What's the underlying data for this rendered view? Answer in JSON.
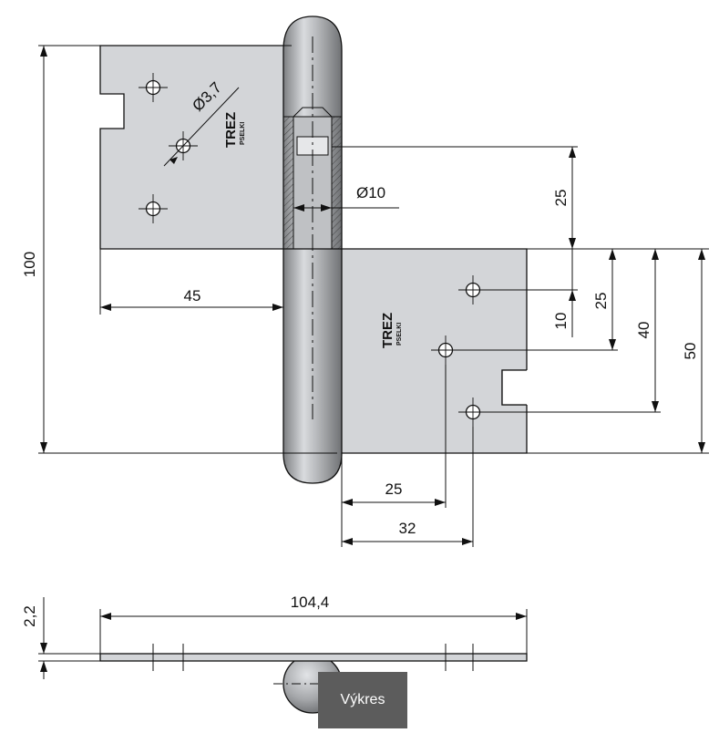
{
  "drawing": {
    "dims": {
      "total_height": "100",
      "leaf_width": "45",
      "hole_diameter": "Ø3,7",
      "pin_diameter": "Ø10",
      "d25_upper": "25",
      "d10": "10",
      "d25_lower": "25",
      "d40": "40",
      "d50": "50",
      "h25": "25",
      "h32": "32",
      "thickness": "2,2",
      "total_width": "104,4"
    },
    "logo": {
      "brand": "TREZ",
      "sub": "PSELKI"
    },
    "colors": {
      "plate": "#d3d5d8",
      "pin": "#a8aaad",
      "line": "#111111",
      "button": "#5c5c5c"
    }
  },
  "button": {
    "label": "Výkres"
  }
}
